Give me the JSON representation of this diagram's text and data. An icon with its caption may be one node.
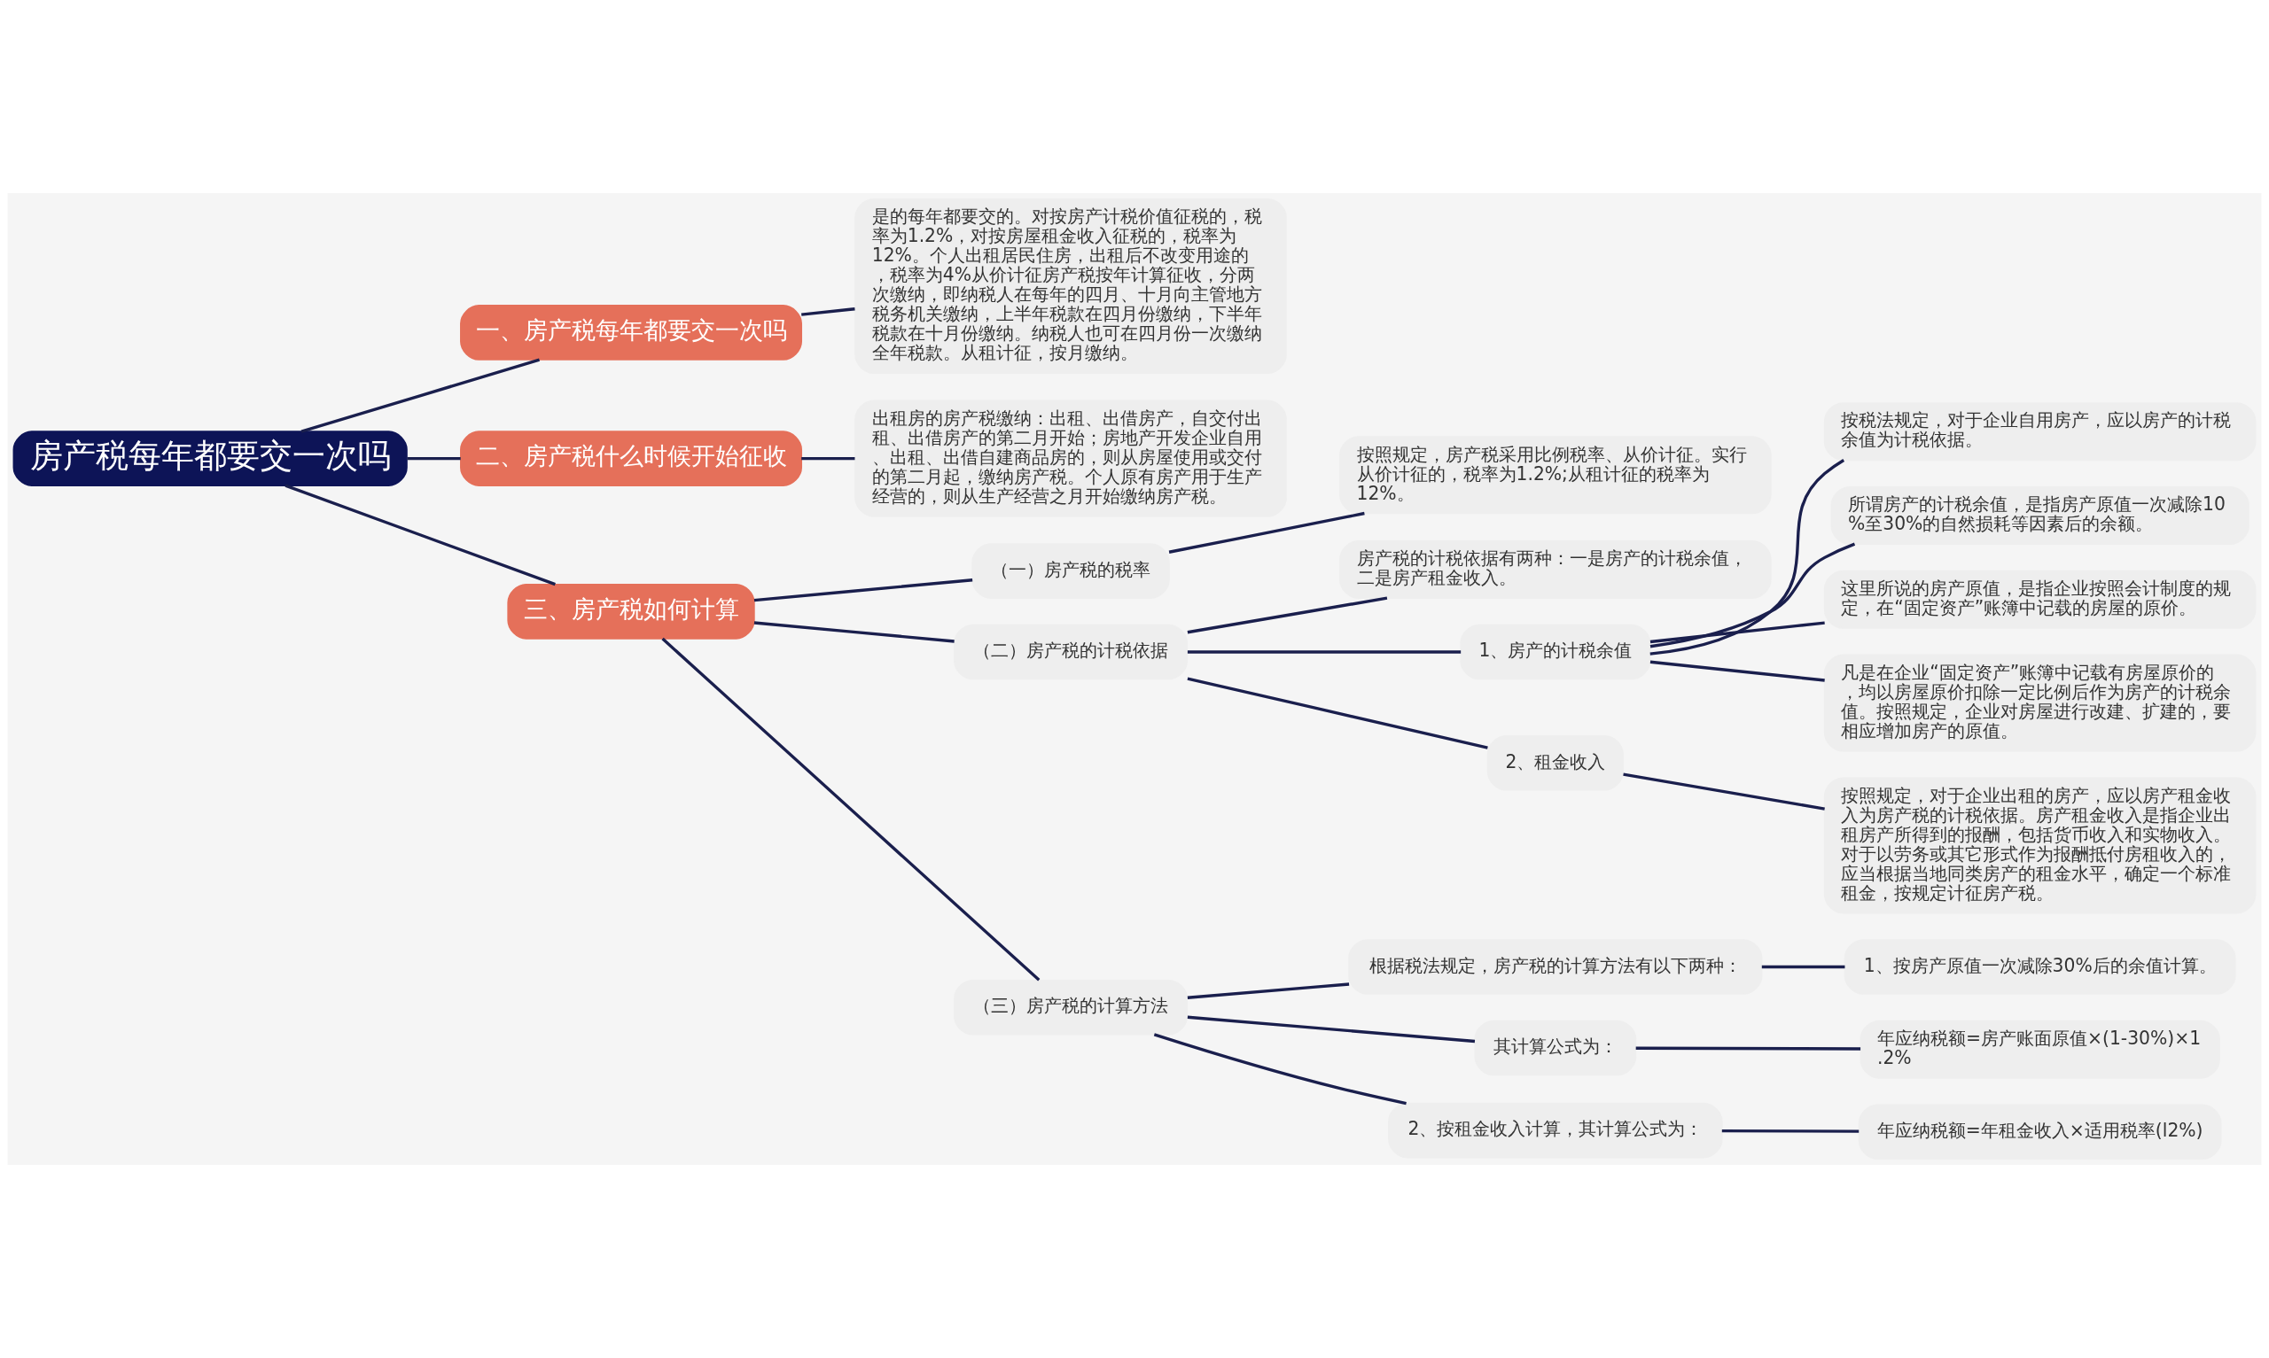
{
  "diagram": {
    "nodes": [
      {
        "text": [
          "房产税每年都要交一次吗"
        ]
      },
      {
        "text": [
          "一、房产税每年都要交一次吗"
        ]
      },
      {
        "text": [
          "是的每年都要交的。对按房产计税价值征税的，税率为1.2%，对按房屋租金收入征税的，税率为12%。个人出租居民住房，出租后不改变用途的，税率为4%从价计征房产税按年计算征收，分两次缴纳，即纳税人在每年的四月、十月向主管地方税务机关缴纳，上半年税款在四月份缴纳，下半年税款在十月份缴纳。纳税人也可在四月份一次缴纳全年税款。从租计征，按月缴纳。"
        ]
      },
      {
        "text": [
          "二、房产税什么时候开始征收"
        ]
      },
      {
        "text": [
          "出租房的房产税缴纳：出租、出借房产，自交付出租、出借房产的第二月开始；房地产开发企业自用、出租、出借自建商品房的，则从房屋使用或交付的第二月起，缴纳房产税。个人原有房产用于生产经营的，则从生产经营之月开始缴纳房产税。"
        ]
      },
      {
        "text": [
          "三、房产税如何计算"
        ]
      },
      {
        "text": [
          "（一）房产税的税率"
        ]
      },
      {
        "text": [
          "按照规定，房产税采用比例税率、从价计征。实行从价计征的，税率为1.2%;从租计征的税率为12%。"
        ]
      },
      {
        "text": [
          "（二）房产税的计税依据"
        ]
      },
      {
        "text": [
          "房产税的计税依据有两种：一是房产的计税余值，二是房产租金收入。"
        ]
      },
      {
        "text": [
          "1、房产的计税余值"
        ]
      },
      {
        "text": [
          "按税法规定，对于企业自用房产，应以房产的计税余值为计税依据。"
        ]
      },
      {
        "text": [
          "所谓房产的计税余值，是指房产原值一次减除10%至30%的自然损耗等因素后的余额。"
        ]
      },
      {
        "text": [
          "这里所说的房产原值，是指企业按照会计制度的规定，在“固定资产”账簿中记载的房屋的原价。"
        ]
      },
      {
        "text": [
          "凡是在企业“固定资产”账簿中记载有房屋原价的，均以房屋原价扣除一定比例后作为房产的计税余值。按照规定，企业对房屋进行改建、扩建的，要相应增加房产的原值。"
        ]
      },
      {
        "text": [
          "2、租金收入"
        ]
      },
      {
        "text": [
          "按照规定，对于企业出租的房产，应以房产租金收入为房产税的计税依据。房产租金收入是指企业出租房产所得到的报酬，包括货币收入和实物收入。对于以劳务或其它形式作为报酬抵付房租收入的，应当根据当地同类房产的租金水平，确定一个标准租金，按规定计征房产税。"
        ]
      },
      {
        "text": [
          "（三）房产税的计算方法"
        ]
      },
      {
        "text": [
          "根据税法规定，房产税的计算方法有以下两种："
        ]
      },
      {
        "text": [
          "1、按房产原值一次减除30%后的余值计算。"
        ]
      },
      {
        "text": [
          "其计算公式为："
        ]
      },
      {
        "text": [
          "年应纳税额=房产账面原值×(1-30%)×1.2%"
        ]
      },
      {
        "text": [
          "2、按租金收入计算，其计算公式为："
        ]
      },
      {
        "text": [
          "年应纳税额=年租金收入×适用税率(l2%)"
        ]
      }
    ],
    "edges": [
      {
        "from": 0,
        "to": 1,
        "arrow": "none"
      },
      {
        "from": 1,
        "to": 2,
        "arrow": "none"
      },
      {
        "from": 0,
        "to": 3,
        "arrow": "none"
      },
      {
        "from": 3,
        "to": 4,
        "arrow": "none"
      },
      {
        "from": 0,
        "to": 5,
        "arrow": "none"
      },
      {
        "from": 5,
        "to": 6,
        "arrow": "none"
      },
      {
        "from": 6,
        "to": 7,
        "arrow": "none"
      },
      {
        "from": 5,
        "to": 8,
        "arrow": "none"
      },
      {
        "from": 8,
        "to": 9,
        "arrow": "none"
      },
      {
        "from": 8,
        "to": 10,
        "arrow": "none"
      },
      {
        "from": 10,
        "to": 11,
        "arrow": "none"
      },
      {
        "from": 10,
        "to": 12,
        "arrow": "none"
      },
      {
        "from": 10,
        "to": 13,
        "arrow": "none"
      },
      {
        "from": 10,
        "to": 14,
        "arrow": "none"
      },
      {
        "from": 8,
        "to": 15,
        "arrow": "none"
      },
      {
        "from": 15,
        "to": 16,
        "arrow": "none"
      },
      {
        "from": 5,
        "to": 17,
        "arrow": "none"
      },
      {
        "from": 17,
        "to": 18,
        "arrow": "none"
      },
      {
        "from": 18,
        "to": 19,
        "arrow": "none"
      },
      {
        "from": 17,
        "to": 20,
        "arrow": "none"
      },
      {
        "from": 20,
        "to": 21,
        "arrow": "none"
      },
      {
        "from": 17,
        "to": 22,
        "arrow": "none"
      },
      {
        "from": 22,
        "to": 23,
        "arrow": "none"
      }
    ]
  }
}
